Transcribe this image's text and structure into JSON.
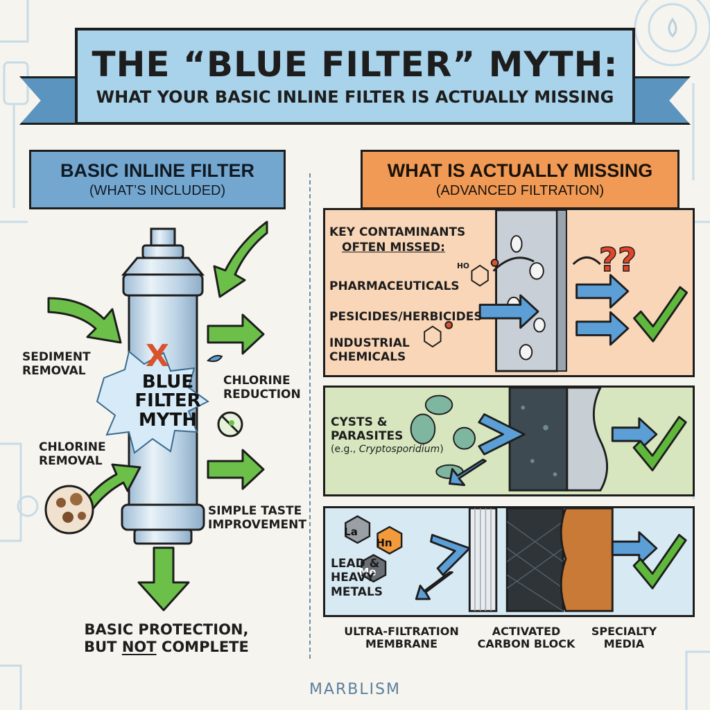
{
  "title": {
    "main": "THE “BLUE FILTER” MYTH:",
    "sub": "WHAT YOUR BASIC INLINE FILTER IS ACTUALLY MISSING"
  },
  "left": {
    "header_title": "BASIC INLINE FILTER",
    "header_sub": "(WHAT’S INCLUDED)",
    "myth_mark": "X",
    "myth_line1": "BLUE",
    "myth_line2": "FILTER",
    "myth_line3": "MYTH",
    "labels": {
      "sediment_1": "SEDIMENT",
      "sediment_2": "REMOVAL",
      "chlorine_red_1": "CHLORINE",
      "chlorine_red_2": "REDUCTION",
      "chlorine_rem_1": "CHLORINE",
      "chlorine_rem_2": "REMOVAL",
      "taste_1": "SIMPLE TASTE",
      "taste_2": "IMPROVEMENT"
    },
    "bottom_1": "BASIC PROTECTION,",
    "bottom_2a": "BUT ",
    "bottom_2b": "NOT",
    "bottom_2c": " COMPLETE"
  },
  "right": {
    "header_title": "WHAT IS ACTUALLY MISSING",
    "header_sub": "(ADVANCED FILTRATION)",
    "panel1": {
      "heading_1": "KEY CONTAMINANTS",
      "heading_2": "OFTEN MISSED:",
      "item_1": "PHARMACEUTICALS",
      "item_2": "PESICIDES/HERBICIDES",
      "item_3a": "INDUSTRIAL",
      "item_3b": "CHEMICALS",
      "molecule_label": "HO",
      "question_marks": "??"
    },
    "panel2": {
      "label_1": "CYSTS &",
      "label_2": "PARASITES",
      "example_prefix": "(e.g., ",
      "example_name": "Cryptosporidium",
      "example_suffix": ")"
    },
    "panel3": {
      "metals": [
        "La",
        "Hn",
        "Me"
      ],
      "label_1": "LEAD &",
      "label_2": "HEAVY",
      "label_3": "METALS"
    },
    "media": {
      "uf_1": "ULTRA-FILTRATION",
      "uf_2": "MEMBRANE",
      "carbon_1": "ACTIVATED",
      "carbon_2": "CARBON BLOCK",
      "specialty_1": "SPECIALTY",
      "specialty_2": "MEDIA"
    }
  },
  "footer": "MARBLISM",
  "colors": {
    "banner": "#a9d3ea",
    "left_header": "#74a7cf",
    "right_header": "#f09a56",
    "panel_orange": "#f9d6b8",
    "panel_green": "#d7e6bf",
    "panel_blue": "#d7e9f2",
    "arrow_green": "#6cc04a",
    "arrow_blue": "#5b9fd6",
    "check_green": "#5fb83c",
    "x_red": "#d9532c"
  }
}
